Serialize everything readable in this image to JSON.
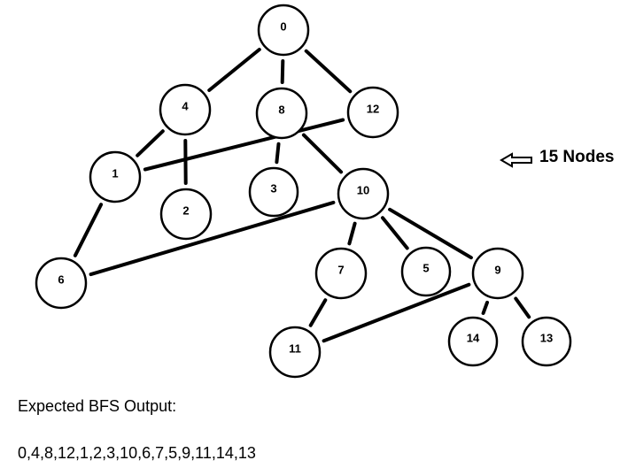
{
  "graph": {
    "nodes": [
      {
        "id": "0",
        "label": "0"
      },
      {
        "id": "4",
        "label": "4"
      },
      {
        "id": "8",
        "label": "8"
      },
      {
        "id": "12",
        "label": "12"
      },
      {
        "id": "1",
        "label": "1"
      },
      {
        "id": "2",
        "label": "2"
      },
      {
        "id": "3",
        "label": "3"
      },
      {
        "id": "10",
        "label": "10"
      },
      {
        "id": "6",
        "label": "6"
      },
      {
        "id": "7",
        "label": "7"
      },
      {
        "id": "5",
        "label": "5"
      },
      {
        "id": "9",
        "label": "9"
      },
      {
        "id": "11",
        "label": "11"
      },
      {
        "id": "14",
        "label": "14"
      },
      {
        "id": "13",
        "label": "13"
      }
    ],
    "edges": [
      [
        "0",
        "4"
      ],
      [
        "0",
        "8"
      ],
      [
        "0",
        "12"
      ],
      [
        "4",
        "1"
      ],
      [
        "4",
        "2"
      ],
      [
        "12",
        "1"
      ],
      [
        "8",
        "3"
      ],
      [
        "8",
        "10"
      ],
      [
        "1",
        "6"
      ],
      [
        "10",
        "6"
      ],
      [
        "10",
        "7"
      ],
      [
        "10",
        "5"
      ],
      [
        "10",
        "9"
      ],
      [
        "7",
        "11"
      ],
      [
        "9",
        "11"
      ],
      [
        "9",
        "14"
      ],
      [
        "9",
        "13"
      ]
    ]
  },
  "annotation": {
    "text": "15 Nodes",
    "icon": "left-arrow-icon"
  },
  "caption": {
    "heading": "Expected BFS Output:",
    "sequence": "0,4,8,12,1,2,3,10,6,7,5,9,11,14,13"
  }
}
